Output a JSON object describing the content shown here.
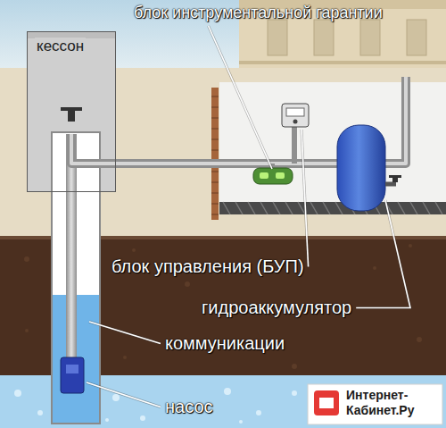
{
  "diagram": {
    "nodes": [
      {
        "text": [
          "кессон"
        ]
      }
    ],
    "labels": [
      "блок инструментальной гарантии",
      "блок управления (БУП)",
      "гидроаккумулятор",
      "коммуникации",
      "насос",
      "Интернет- Кабинет.Ру"
    ]
  }
}
